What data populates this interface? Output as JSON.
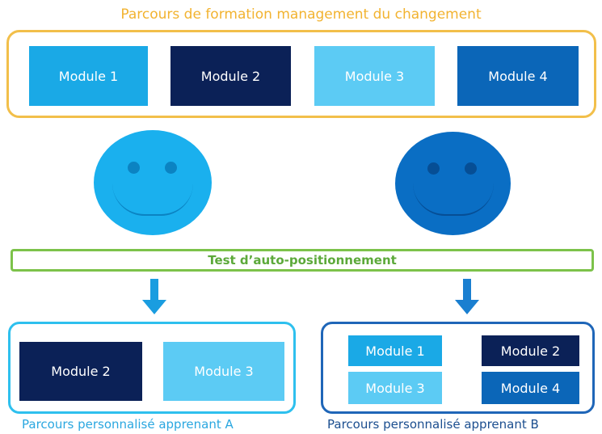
{
  "title": "Parcours de formation management du changement",
  "modules": {
    "m1": "Module 1",
    "m2": "Module 2",
    "m3": "Module 3",
    "m4": "Module 4"
  },
  "test_label": "Test d’auto-positionnement",
  "path_a_caption": "Parcours personnalisé apprenant A",
  "path_b_caption": "Parcours personnalisé apprenant B",
  "colors": {
    "module1": "#1aa9e6",
    "module2": "#0b2157",
    "module3": "#5ccbf4",
    "module4": "#0b66b8",
    "face_a": "#1ab0ee",
    "face_b": "#0a6ec4",
    "frame_top": "#f2bf4a",
    "test_bar": "#7cc24a",
    "arrows": "#1a9de0"
  }
}
